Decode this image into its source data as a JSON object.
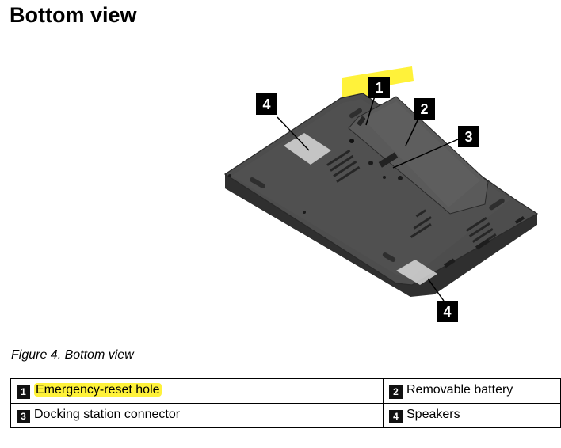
{
  "heading": "Bottom view",
  "figure": {
    "callouts": [
      "1",
      "2",
      "3",
      "4",
      "4"
    ]
  },
  "caption": "Figure 4.  Bottom view",
  "legend": [
    {
      "num": "1",
      "label": "Emergency-reset hole",
      "highlighted": true
    },
    {
      "num": "2",
      "label": "Removable battery",
      "highlighted": false
    },
    {
      "num": "3",
      "label": "Docking station connector",
      "highlighted": false
    },
    {
      "num": "4",
      "label": "Speakers",
      "highlighted": false
    }
  ],
  "colors": {
    "highlight": "#fff23a",
    "callout_bg": "#000000",
    "laptop_body": "#4a4a4a"
  }
}
